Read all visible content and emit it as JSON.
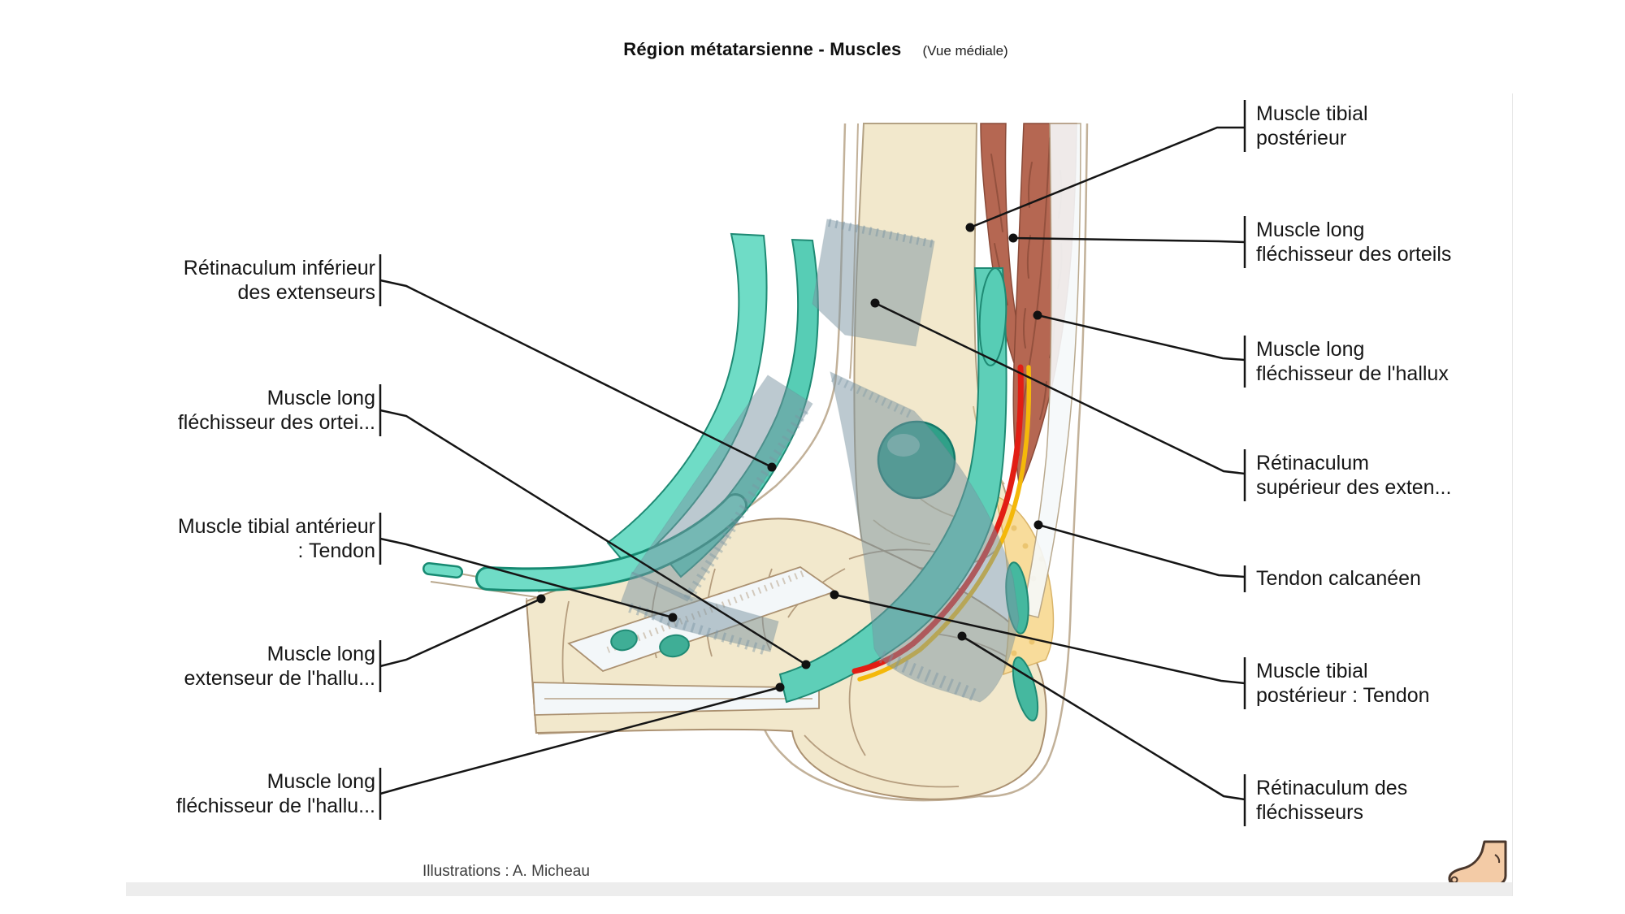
{
  "header": {
    "title": "Région métatarsienne - Muscles",
    "view": "(Vue médiale)"
  },
  "labels": {
    "left": [
      {
        "text": "Rétinaculum inférieur\ndes extenseurs"
      },
      {
        "text": "Muscle long\nfléchisseur des ortei..."
      },
      {
        "text": "Muscle tibial antérieur\n: Tendon"
      },
      {
        "text": "Muscle long\nextenseur de l'hallu..."
      },
      {
        "text": "Muscle long\nfléchisseur de l'hallu..."
      }
    ],
    "right": [
      {
        "text": "Muscle tibial\npostérieur"
      },
      {
        "text": "Muscle long\nfléchisseur des orteils"
      },
      {
        "text": "Muscle long\nfléchisseur de l'hallux"
      },
      {
        "text": "Rétinaculum\nsupérieur des exten..."
      },
      {
        "text": "Tendon calcanéen"
      },
      {
        "text": "Muscle tibial\npostérieur : Tendon"
      },
      {
        "text": "Rétinaculum des\nfléchisseurs"
      }
    ]
  },
  "footer": {
    "credit": "Illustrations : A. Micheau"
  },
  "icons": [
    {
      "name": "foot-icon"
    }
  ],
  "colors": {
    "bone_cream": "#f2e8cc",
    "muscle_brown": "#b56752",
    "tendon_teal": "#5ecfb8",
    "tendon_teal_dark": "#1f8a74",
    "retinaculum_gray": "#7b95a3",
    "artery_red": "#e21e14",
    "nerve_yellow": "#f4b80a",
    "fat_pad_yellow": "#f8dc9b",
    "label_text": "#161616"
  }
}
